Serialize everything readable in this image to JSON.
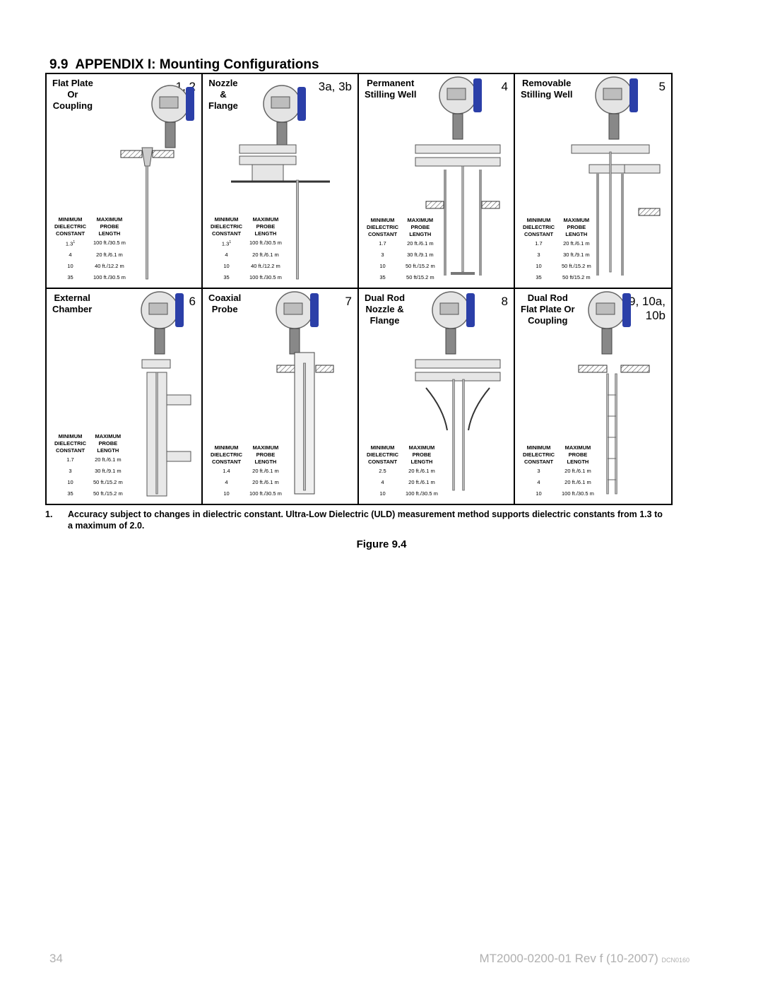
{
  "section": {
    "number": "9.9",
    "title": "APPENDIX I:  Mounting Configurations"
  },
  "spec_headers": {
    "col1": [
      "MINIMUM",
      "DIELECTRIC",
      "CONSTANT"
    ],
    "col2": [
      "MAXIMUM",
      "PROBE",
      "LENGTH"
    ]
  },
  "panels": [
    {
      "title": [
        "Flat Plate",
        "Or",
        "Coupling"
      ],
      "configs": [
        "1, 2"
      ],
      "drawing": "flat-plate",
      "rows": [
        [
          "1.3",
          "1",
          "100 ft./30.5 m"
        ],
        [
          "4",
          "",
          "20 ft./6.1 m"
        ],
        [
          "10",
          "",
          "40 ft./12.2 m"
        ],
        [
          "35",
          "",
          "100 ft./30.5 m"
        ]
      ]
    },
    {
      "title": [
        "Nozzle",
        "&",
        "Flange"
      ],
      "configs": [
        "3a, 3b"
      ],
      "drawing": "nozzle",
      "rows": [
        [
          "1.3",
          "1",
          "100 ft./30.5 m"
        ],
        [
          "4",
          "",
          "20 ft./6.1 m"
        ],
        [
          "10",
          "",
          "40 ft./12.2 m"
        ],
        [
          "35",
          "",
          "100 ft./30.5 m"
        ]
      ]
    },
    {
      "title": [
        "Permanent",
        "Stilling Well"
      ],
      "configs": [
        "4"
      ],
      "drawing": "stilling",
      "rows": [
        [
          "1.7",
          "",
          "20 ft./6.1 m"
        ],
        [
          "3",
          "",
          "30 ft./9.1 m"
        ],
        [
          "10",
          "",
          "50 ft./15.2 m"
        ],
        [
          "35",
          "",
          "50 ft/15.2 m"
        ]
      ]
    },
    {
      "title": [
        "Removable",
        "Stilling Well"
      ],
      "configs": [
        "5"
      ],
      "drawing": "removable",
      "rows": [
        [
          "1.7",
          "",
          "20 ft./6.1 m"
        ],
        [
          "3",
          "",
          "30 ft./9.1 m"
        ],
        [
          "10",
          "",
          "50 ft./15.2 m"
        ],
        [
          "35",
          "",
          "50 ft/15.2 m"
        ]
      ]
    },
    {
      "title": [
        "External",
        "Chamber"
      ],
      "configs": [
        "6"
      ],
      "drawing": "chamber",
      "rows": [
        [
          "1.7",
          "",
          "20 ft./6.1 m"
        ],
        [
          "3",
          "",
          "30 ft./9.1 m"
        ],
        [
          "10",
          "",
          "50 ft./15.2 m"
        ],
        [
          "35",
          "",
          "50 ft./15.2 m"
        ]
      ]
    },
    {
      "title": [
        "Coaxial",
        "Probe"
      ],
      "configs": [
        "7"
      ],
      "drawing": "coaxial",
      "rows": [
        [
          "1.4",
          "",
          "20 ft./6.1 m"
        ],
        [
          "4",
          "",
          "20 ft./6.1 m"
        ],
        [
          "10",
          "",
          "100 ft./30.5 m"
        ]
      ]
    },
    {
      "title": [
        "Dual Rod",
        "Nozzle &",
        "Flange"
      ],
      "configs": [
        "8"
      ],
      "drawing": "dual-nozzle",
      "rows": [
        [
          "2.5",
          "",
          "20 ft./6.1 m"
        ],
        [
          "4",
          "",
          "20 ft./6.1 m"
        ],
        [
          "10",
          "",
          "100 ft./30.5 m"
        ]
      ]
    },
    {
      "title": [
        "Dual Rod",
        "Flat Plate Or",
        "Coupling"
      ],
      "configs": [
        "9, 10a,",
        "10b"
      ],
      "drawing": "dual-flat",
      "rows": [
        [
          "3",
          "",
          "20 ft./6.1 m"
        ],
        [
          "4",
          "",
          "20 ft./6.1 m"
        ],
        [
          "10",
          "",
          "100 ft./30.5 m"
        ]
      ]
    }
  ],
  "footnote": {
    "number": "1.",
    "text": "Accuracy subject to changes in dielectric constant.  Ultra-Low Dielectric (ULD) measurement method supports dielectric constants from 1.3 to a maximum of 2.0."
  },
  "figure_caption": "Figure 9.4",
  "footer": {
    "page": "34",
    "doc": "MT2000-0200-01 Rev f (10-2007)",
    "dcn": "DCN0160"
  },
  "colors": {
    "housing_blue": "#2b3fa8",
    "metal": "#cfcfcf",
    "hatch": "#555555"
  }
}
